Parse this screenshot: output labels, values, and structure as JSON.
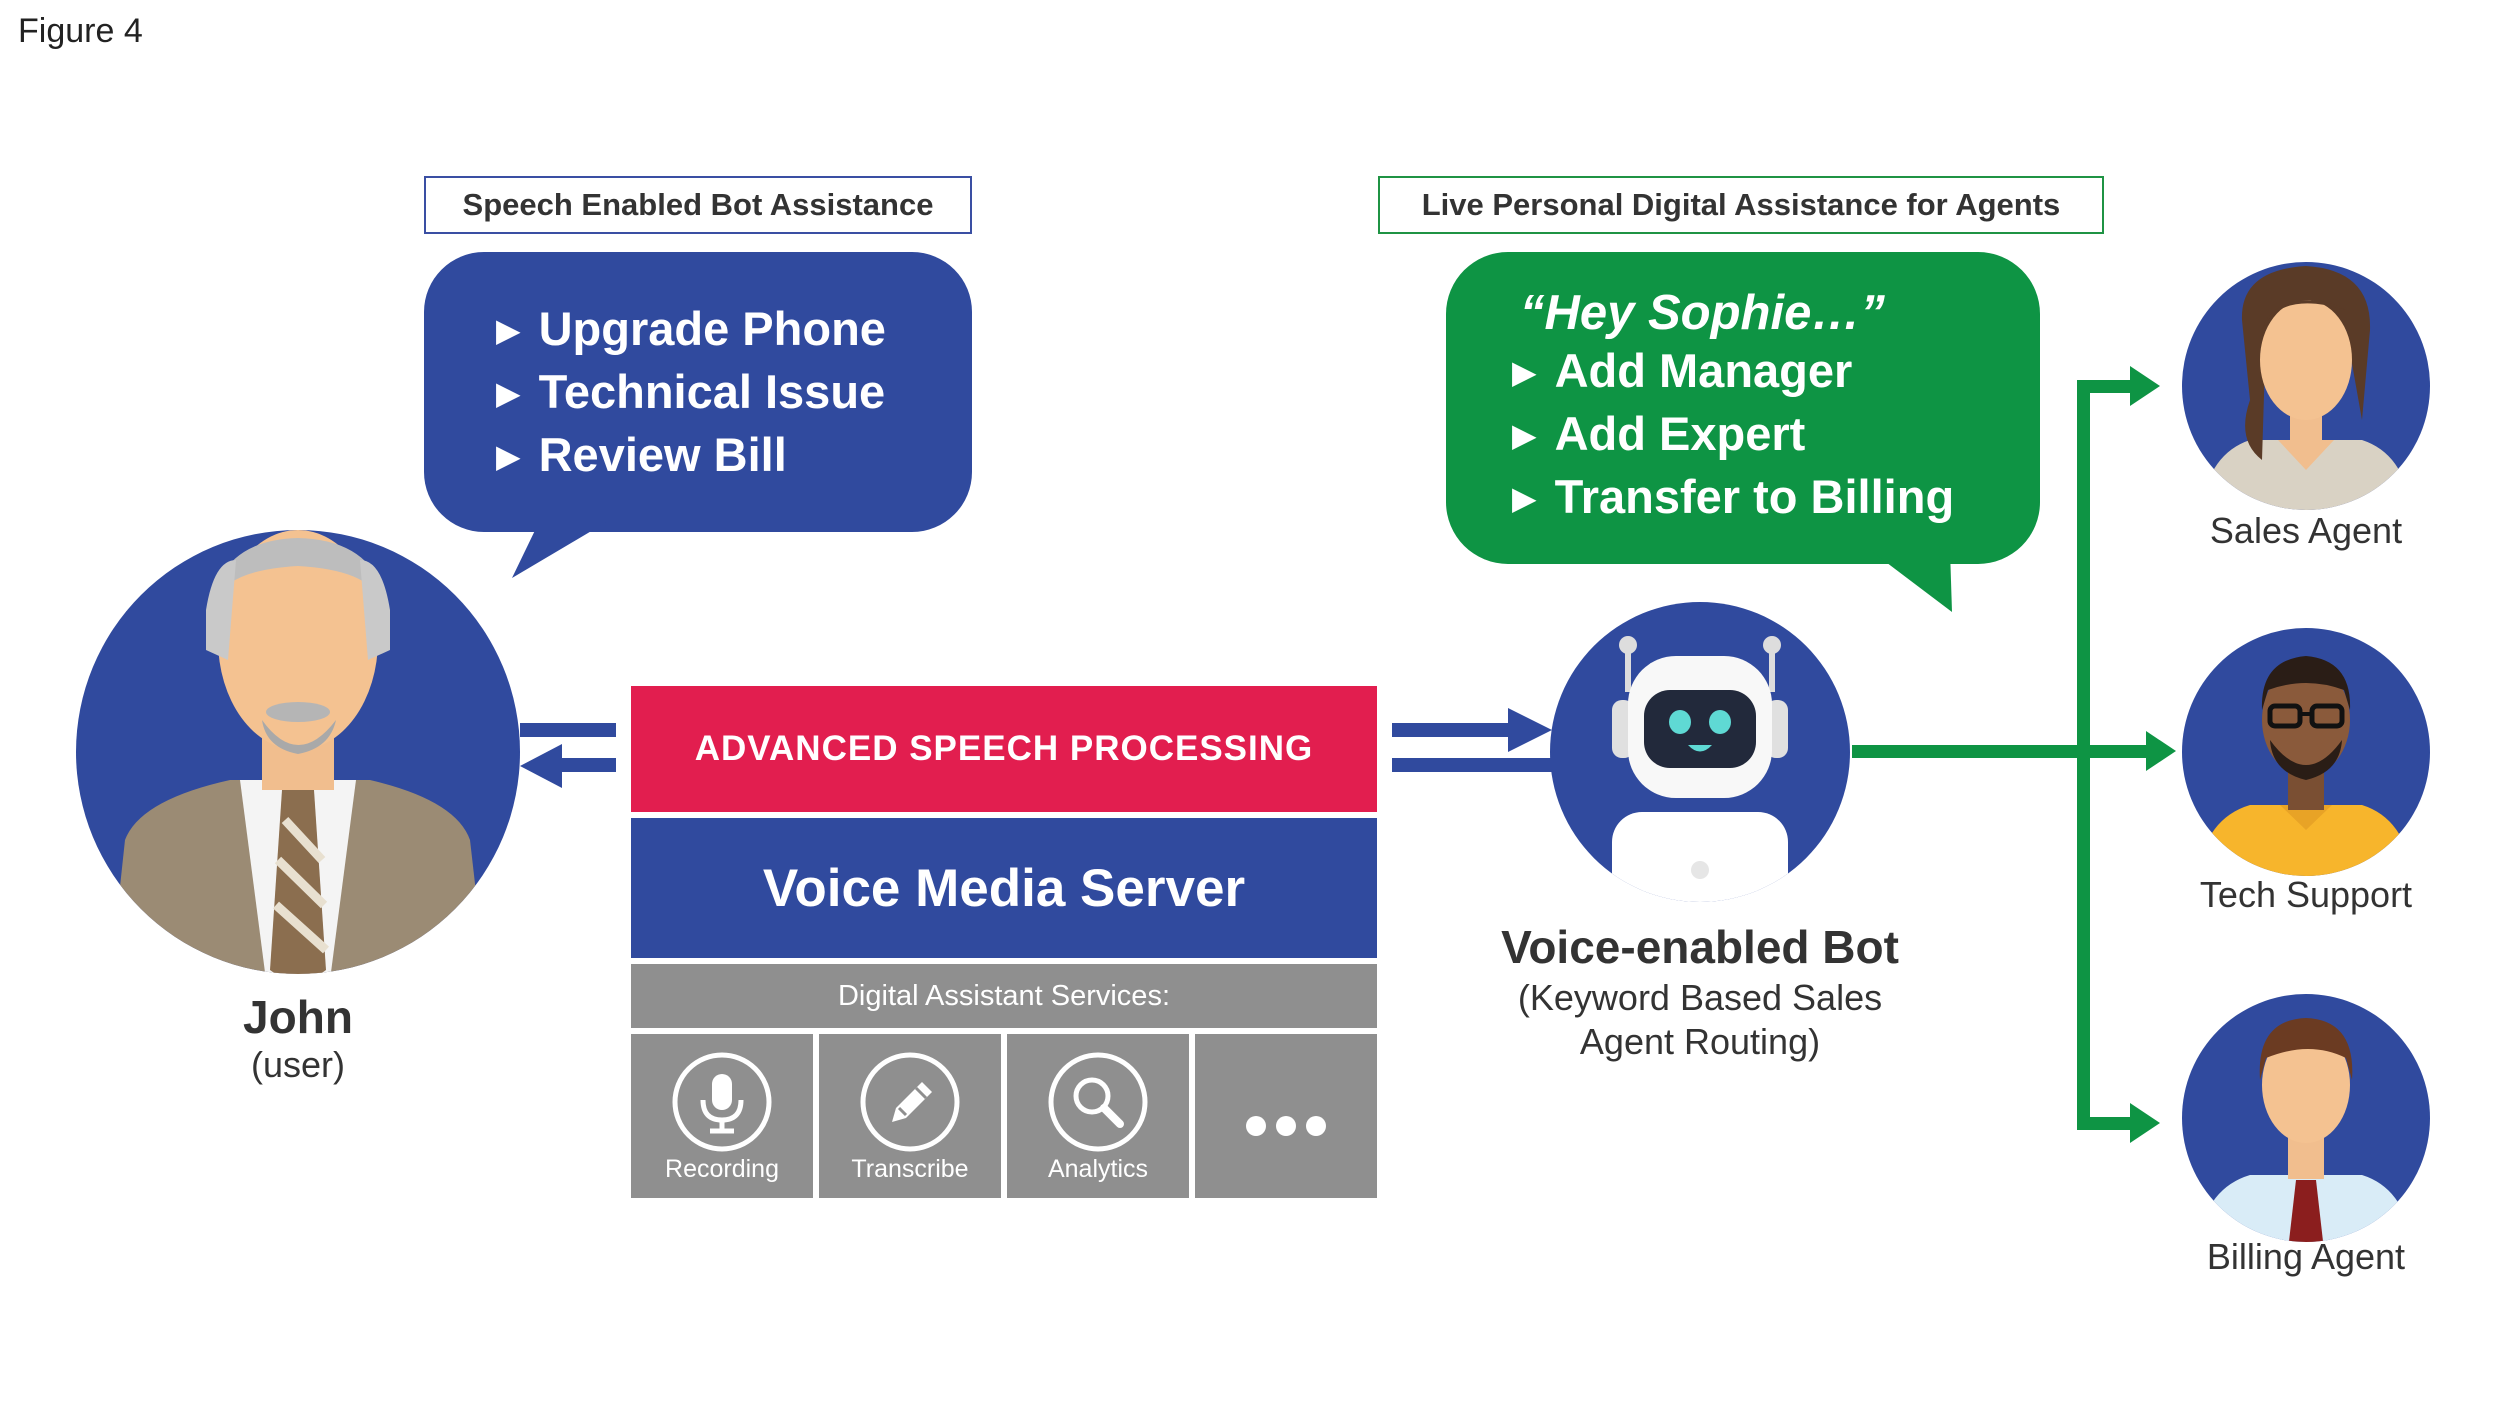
{
  "figure_label": "Figure 4",
  "bot_assist_title": "Speech Enabled Bot Assistance",
  "live_assist_title": "Live Personal Digital Assistance for Agents",
  "user_options": [
    "Upgrade Phone",
    "Technical Issue",
    "Review Bill"
  ],
  "agent_wake_phrase": "“Hey Sophie…”",
  "agent_options": [
    "Add Manager",
    "Add Expert",
    "Transfer to Billing"
  ],
  "stack": {
    "speech_processing": "ADVANCED SPEECH PROCESSING",
    "voice_server": "Voice Media Server",
    "services_header": "Digital Assistant Services:",
    "services": [
      {
        "label": "Recording",
        "icon": "microphone-icon"
      },
      {
        "label": "Transcribe",
        "icon": "pencil-icon"
      },
      {
        "label": "Analytics",
        "icon": "magnifier-icon"
      },
      {
        "label": "",
        "icon": "more-dots-icon"
      }
    ]
  },
  "user": {
    "name": "John",
    "role": "(user)"
  },
  "bot": {
    "name": "Voice-enabled Bot",
    "description_line1": "(Keyword Based Sales",
    "description_line2": "Agent Routing)"
  },
  "agents": [
    {
      "name": "Sales Agent",
      "icon": "female-agent-avatar"
    },
    {
      "name": "Tech Support",
      "icon": "male-agent-glasses-avatar"
    },
    {
      "name": "Billing Agent",
      "icon": "male-agent-tie-avatar"
    }
  ],
  "colors": {
    "blue": "#304a9e",
    "green": "#0e9444",
    "red": "#e21e4f",
    "gray": "#8f8f8f"
  }
}
